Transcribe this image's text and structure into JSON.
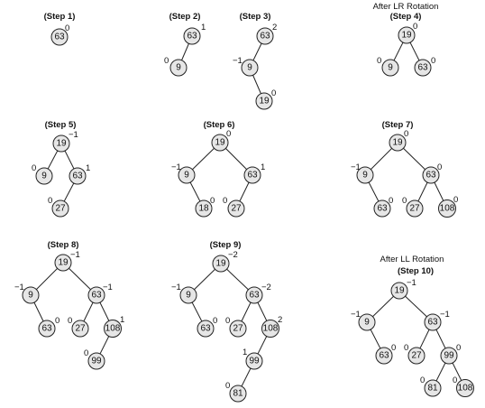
{
  "diagrams": [
    {
      "caption": "",
      "title": "(Step 1)",
      "nodes": [
        {
          "value": "63",
          "bf": "0"
        }
      ]
    },
    {
      "caption": "",
      "title": "(Step 2)",
      "nodes": [
        {
          "value": "63",
          "bf": "1"
        },
        {
          "value": "9",
          "bf": "0"
        }
      ]
    },
    {
      "caption": "",
      "title": "(Step 3)",
      "nodes": [
        {
          "value": "63",
          "bf": "2"
        },
        {
          "value": "9",
          "bf": "−1"
        },
        {
          "value": "19",
          "bf": "0"
        }
      ]
    },
    {
      "caption": "After LR Rotation",
      "title": "(Step 4)",
      "nodes": [
        {
          "value": "19",
          "bf": "0"
        },
        {
          "value": "9",
          "bf": "0"
        },
        {
          "value": "63",
          "bf": "0"
        }
      ]
    },
    {
      "caption": "",
      "title": "(Step 5)",
      "nodes": [
        {
          "value": "19",
          "bf": "−1"
        },
        {
          "value": "9",
          "bf": "0"
        },
        {
          "value": "63",
          "bf": "1"
        },
        {
          "value": "27",
          "bf": "0"
        }
      ]
    },
    {
      "caption": "",
      "title": "(Step 6)",
      "nodes": [
        {
          "value": "19",
          "bf": "0"
        },
        {
          "value": "9",
          "bf": "−1"
        },
        {
          "value": "63",
          "bf": "1"
        },
        {
          "value": "18",
          "bf": "0"
        },
        {
          "value": "27",
          "bf": "0"
        }
      ]
    },
    {
      "caption": "",
      "title": "(Step 7)",
      "nodes": [
        {
          "value": "19",
          "bf": "0"
        },
        {
          "value": "9",
          "bf": "−1"
        },
        {
          "value": "63",
          "bf": "0"
        },
        {
          "value": "63",
          "bf": "0"
        },
        {
          "value": "27",
          "bf": "0"
        },
        {
          "value": "108",
          "bf": "0"
        }
      ]
    },
    {
      "caption": "",
      "title": "(Step 8)",
      "nodes": [
        {
          "value": "19",
          "bf": "−1"
        },
        {
          "value": "9",
          "bf": "−1"
        },
        {
          "value": "63",
          "bf": "−1"
        },
        {
          "value": "63",
          "bf": "0"
        },
        {
          "value": "27",
          "bf": "0"
        },
        {
          "value": "108",
          "bf": "1"
        },
        {
          "value": "99",
          "bf": "0"
        }
      ]
    },
    {
      "caption": "",
      "title": "(Step 9)",
      "nodes": [
        {
          "value": "19",
          "bf": "−2"
        },
        {
          "value": "9",
          "bf": "−1"
        },
        {
          "value": "63",
          "bf": "−2"
        },
        {
          "value": "63",
          "bf": "0"
        },
        {
          "value": "27",
          "bf": "0"
        },
        {
          "value": "108",
          "bf": "2"
        },
        {
          "value": "99",
          "bf": "1"
        },
        {
          "value": "81",
          "bf": "0"
        }
      ]
    },
    {
      "caption": "After LL Rotation",
      "title": "(Step 10)",
      "nodes": [
        {
          "value": "19",
          "bf": "−1"
        },
        {
          "value": "9",
          "bf": "−1"
        },
        {
          "value": "63",
          "bf": "−1"
        },
        {
          "value": "63",
          "bf": "0"
        },
        {
          "value": "27",
          "bf": "0"
        },
        {
          "value": "99",
          "bf": "0"
        },
        {
          "value": "81",
          "bf": "0"
        },
        {
          "value": "108",
          "bf": "0"
        }
      ]
    }
  ]
}
